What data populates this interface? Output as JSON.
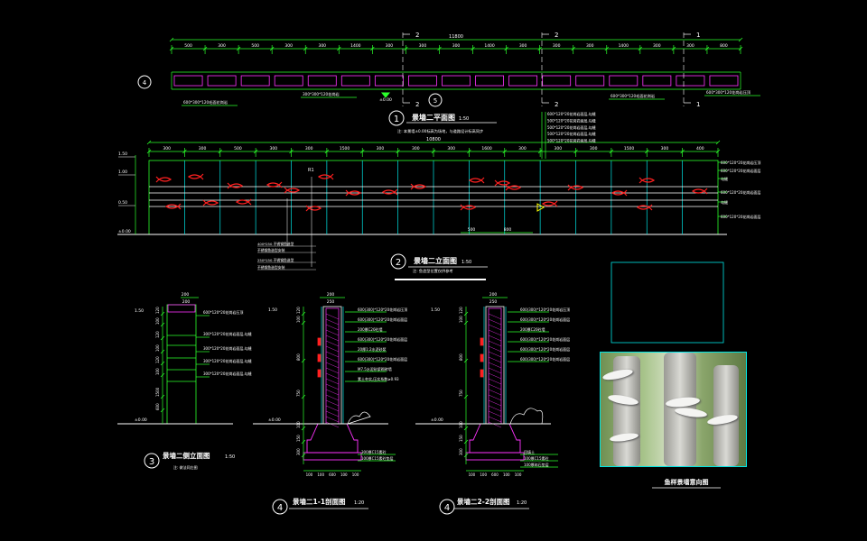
{
  "plan": {
    "dims_top": [
      "500",
      "300",
      "500",
      "300",
      "300",
      "1400",
      "300",
      "300",
      "300",
      "1400",
      "300",
      "300",
      "300",
      "1400",
      "300",
      "300",
      "800"
    ],
    "total_dim": "11800",
    "section_markers": {
      "a": "2",
      "b": "2",
      "c": "1"
    },
    "axis_left": "4",
    "axis_mid": "5",
    "elev_label": "±0.00",
    "notes": [
      "600*300*120毛面花岗岩",
      "300*300*120花岗岩",
      "600*300*120毛面花岗岩",
      "600*300*120花岗岩压顶"
    ],
    "title_num": "1",
    "title": "景墙二平面图",
    "scale": "1:50",
    "subnote": "注: 本景墙±0.00标高为场地，与道路设计标高同步"
  },
  "elevation": {
    "dims_top": [
      "300",
      "300",
      "500",
      "300",
      "300",
      "1500",
      "300",
      "300",
      "300",
      "1600",
      "300",
      "300",
      "300",
      "1500",
      "300",
      "400"
    ],
    "total_dim": "10800",
    "left_levels": [
      "1.50",
      "1.00",
      "0.50",
      "±0.00"
    ],
    "right_notes": [
      "600*120*20花岗岩压顶",
      "600*120*20花岗岩面层",
      "勾缝",
      "600*120*20花岗岩面层",
      "勾缝",
      "600*120*20花岗岩面层"
    ],
    "top_notes": [
      "600*120*20花岗岩面层,勾缝",
      "500*120*20花岗岩面层,勾缝",
      "500*120*20花岗岩面层,勾缝",
      "500*120*20花岗岩面层,勾缝",
      "500*120*20花岗岩面层,勾缝"
    ],
    "bottom_dims": [
      "500",
      "800"
    ],
    "leader_notes": [
      "400*250 不锈钢鱼造型",
      "不锈钢鱼造型安装",
      "250*150 不锈钢鱼造型",
      "不锈钢鱼造型安装"
    ],
    "callout": "R1",
    "title_num": "2",
    "title": "景墙二立面图",
    "scale": "1:50",
    "subnote": "注: 鱼造型位置仅供参考"
  },
  "side": {
    "top_dims": [
      "200",
      "200"
    ],
    "left_levels": [
      "1.50",
      "±0.00"
    ],
    "vert_dims": [
      "120",
      "100",
      "120",
      "100",
      "120",
      "100",
      "1500",
      "600"
    ],
    "notes": [
      "600*120*20花岗岩压顶",
      "300*120*20花岗岩面层,勾缝",
      "300*120*20花岗岩面层,勾缝",
      "300*120*20花岗岩面层,勾缝",
      "300*120*20花岗岩面层,勾缝"
    ],
    "title_num": "3",
    "title": "景墙二侧立面图",
    "scale": "1:50",
    "subnote": "注: 做法同左图"
  },
  "section1": {
    "top_dims": [
      "200",
      "250"
    ],
    "left_levels": [
      "1.50",
      "±0.00"
    ],
    "vert_dims": [
      "120",
      "100",
      "800",
      "750",
      "100",
      "150",
      "300"
    ],
    "bottom_dims": [
      "100",
      "100",
      "600",
      "100",
      "100"
    ],
    "notes": [
      "600(300)*120*20花岗岩压顶",
      "600(300)*120*20花岗岩面层",
      "200厚C20砼墙",
      "600(300)*120*20花岗岩面层",
      "20厚1:2水泥砂浆",
      "600(300)*120*20花岗岩面层",
      "M7.5水泥砂浆砌砖墙",
      "素土夯实,压实系数≥0.93"
    ],
    "base_notes": [
      "300厚C15素砼",
      "100厚C15素砼垫层"
    ],
    "title_num": "4",
    "title": "景墙二1-1剖面图",
    "scale": "1:20"
  },
  "section2": {
    "top_dims": [
      "200",
      "250"
    ],
    "left_levels": [
      "1.50",
      "±0.00"
    ],
    "vert_dims": [
      "120",
      "100",
      "800",
      "750",
      "100",
      "150",
      "300"
    ],
    "bottom_dims": [
      "100",
      "100",
      "600",
      "100",
      "100"
    ],
    "notes": [
      "600(300)*120*20花岗岩压顶",
      "600(300)*120*20花岗岩面层",
      "200厚C20砼墙",
      "600(300)*120*20花岗岩面层",
      "600(300)*120*20花岗岩面层",
      "600(300)*120*20花岗岩面层"
    ],
    "base_notes": [
      "回填土",
      "100厚C15素砼",
      "100厚碎石垫层"
    ],
    "title_num": "4",
    "title": "景墙二2-2剖面图",
    "scale": "1:20"
  },
  "photo": {
    "caption": "鱼样景墙意向图"
  }
}
